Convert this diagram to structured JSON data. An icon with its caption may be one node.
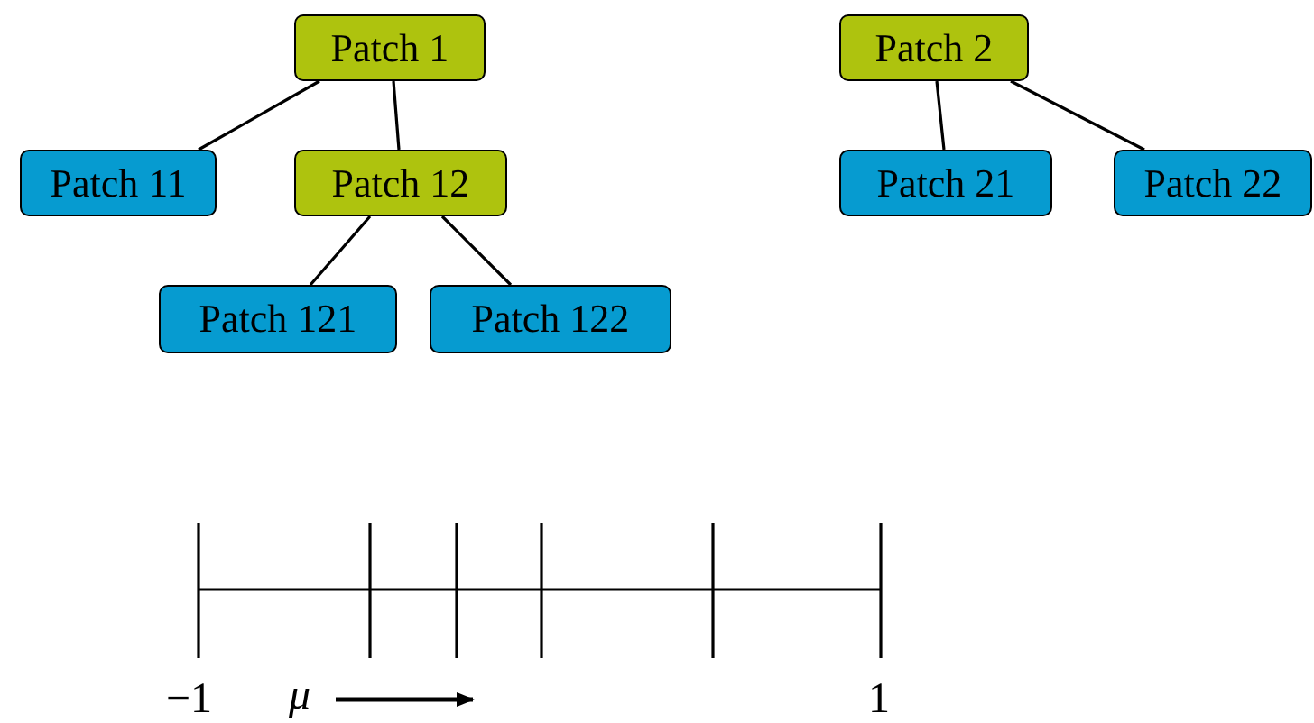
{
  "diagram": {
    "nodes": [
      {
        "text": [
          "Patch 1"
        ]
      },
      {
        "text": [
          "Patch 11"
        ]
      },
      {
        "text": [
          "Patch 12"
        ]
      },
      {
        "text": [
          "Patch 121"
        ]
      },
      {
        "text": [
          "Patch 122"
        ]
      },
      {
        "text": [
          "Patch 2"
        ]
      },
      {
        "text": [
          "Patch 21"
        ]
      },
      {
        "text": [
          "Patch 22"
        ]
      }
    ],
    "edges": [
      {
        "from": 0,
        "to": 1,
        "arrow": "none"
      },
      {
        "from": 0,
        "to": 2,
        "arrow": "none"
      },
      {
        "from": 2,
        "to": 3,
        "arrow": "none"
      },
      {
        "from": 2,
        "to": 4,
        "arrow": "none"
      },
      {
        "from": 5,
        "to": 6,
        "arrow": "none"
      },
      {
        "from": 5,
        "to": 7,
        "arrow": "none"
      }
    ],
    "labels": [
      "−1",
      "μ",
      "1"
    ]
  }
}
